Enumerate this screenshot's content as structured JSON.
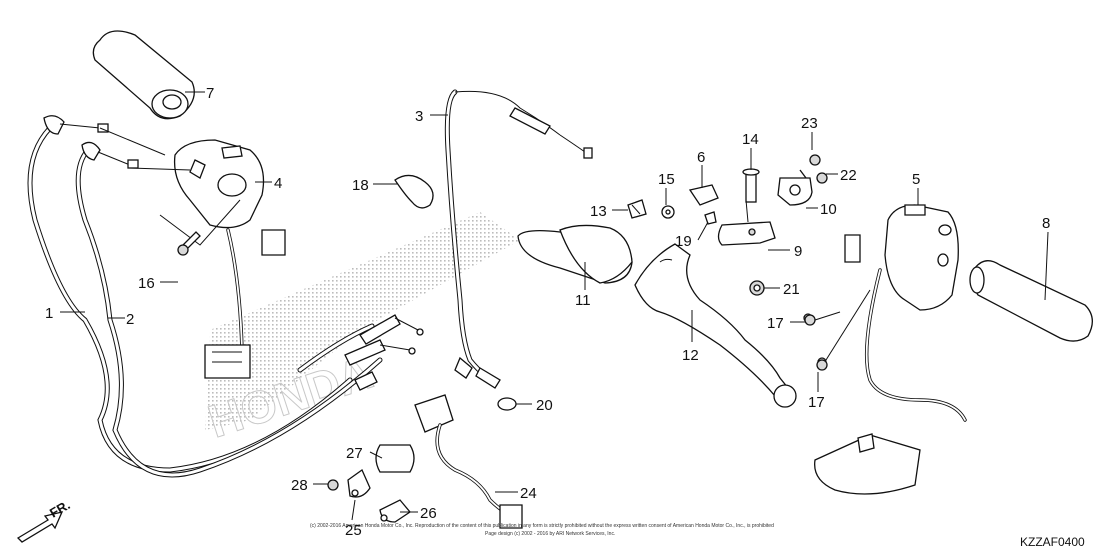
{
  "diagram": {
    "code": "KZZAF0400",
    "direction_label": "FR.",
    "watermark": "HONDA",
    "copyright_line1": "(c) 2002-2016 American Honda Motor Co., Inc. Reproduction of the content of this publication in any form is strictly prohibited without the express written consent of American Honda Motor Co., Inc., is prohibited",
    "copyright_line2": "Page design (c) 2002 - 2016 by ARI Network Services, Inc.",
    "callouts": [
      {
        "id": "c1",
        "label": "1"
      },
      {
        "id": "c2",
        "label": "2"
      },
      {
        "id": "c3",
        "label": "3"
      },
      {
        "id": "c4",
        "label": "4"
      },
      {
        "id": "c5",
        "label": "5"
      },
      {
        "id": "c6",
        "label": "6"
      },
      {
        "id": "c7",
        "label": "7"
      },
      {
        "id": "c8",
        "label": "8"
      },
      {
        "id": "c9",
        "label": "9"
      },
      {
        "id": "c10",
        "label": "10"
      },
      {
        "id": "c11",
        "label": "11"
      },
      {
        "id": "c12",
        "label": "12"
      },
      {
        "id": "c13",
        "label": "13"
      },
      {
        "id": "c14",
        "label": "14"
      },
      {
        "id": "c15",
        "label": "15"
      },
      {
        "id": "c16",
        "label": "16"
      },
      {
        "id": "c17a",
        "label": "17"
      },
      {
        "id": "c17b",
        "label": "17"
      },
      {
        "id": "c18",
        "label": "18"
      },
      {
        "id": "c19",
        "label": "19"
      },
      {
        "id": "c20",
        "label": "20"
      },
      {
        "id": "c21",
        "label": "21"
      },
      {
        "id": "c22",
        "label": "22"
      },
      {
        "id": "c23",
        "label": "23"
      },
      {
        "id": "c24",
        "label": "24"
      },
      {
        "id": "c25",
        "label": "25"
      },
      {
        "id": "c26",
        "label": "26"
      },
      {
        "id": "c27",
        "label": "27"
      },
      {
        "id": "c28",
        "label": "28"
      }
    ]
  }
}
